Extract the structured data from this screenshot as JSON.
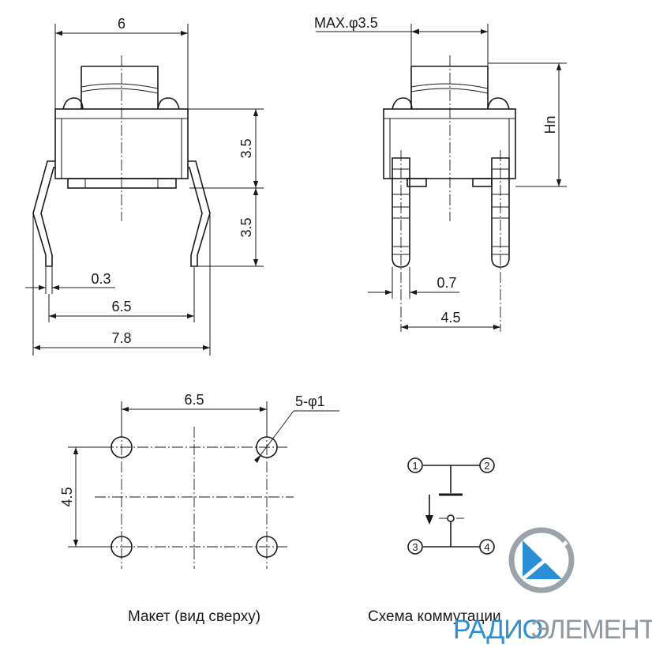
{
  "front_view": {
    "width_label": "6",
    "upper_height_label": "3.5",
    "lower_height_label": "3.5",
    "lead_thickness_label": "0.3",
    "lead_span_label": "6.5",
    "overall_width_label": "7.8"
  },
  "side_view": {
    "actuator_label": "MAX.φ3.5",
    "height_label": "Hn",
    "pin_width_label": "0.7",
    "pin_pitch_label": "4.5"
  },
  "layout_view": {
    "pitch_x_label": "6.5",
    "pitch_y_label": "4.5",
    "holes_label": "5-φ1",
    "caption": "Макет (вид сверху)"
  },
  "schematic": {
    "caption": "Схема коммутации",
    "pins": [
      "1",
      "2",
      "3",
      "4"
    ]
  },
  "logo": {
    "brand_part1": "РАДИО",
    "brand_part2": "ЭЛЕМЕНТ",
    "color_blue": "#2a8fd6",
    "color_gray": "#9aa3ab"
  }
}
